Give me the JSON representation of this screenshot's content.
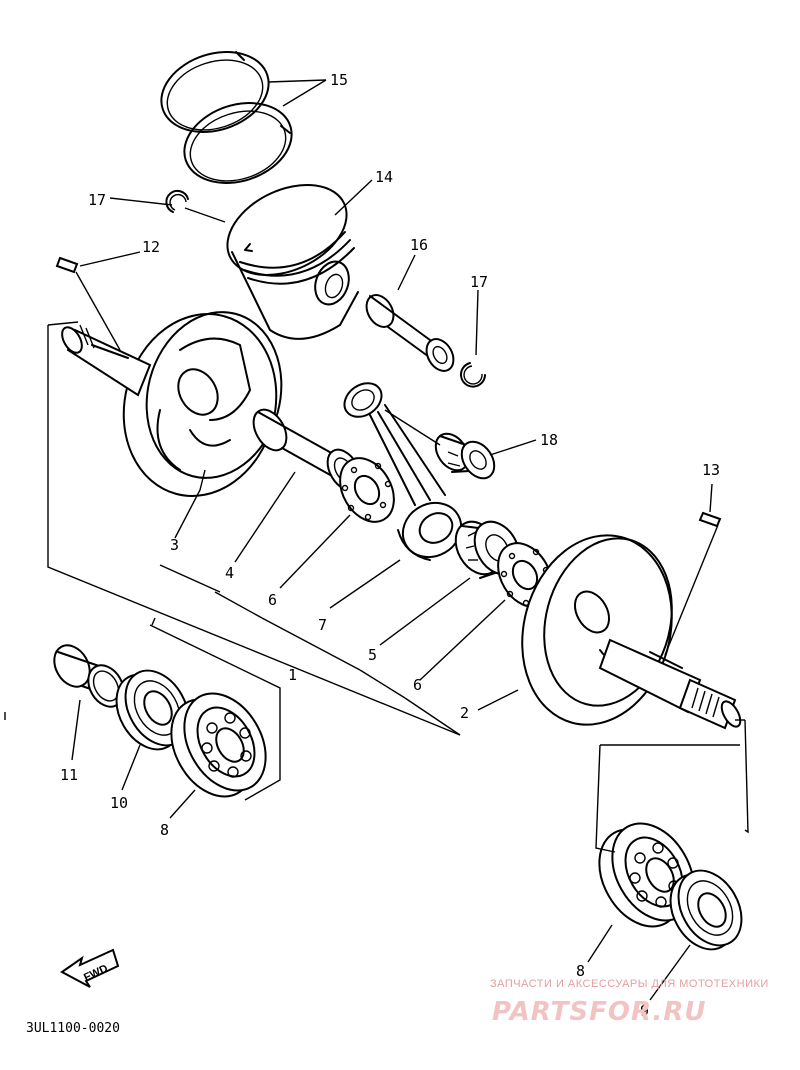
{
  "diagram": {
    "callouts": [
      {
        "id": "callout-1",
        "text": "1"
      },
      {
        "id": "callout-2",
        "text": "2"
      },
      {
        "id": "callout-3",
        "text": "3"
      },
      {
        "id": "callout-4",
        "text": "4"
      },
      {
        "id": "callout-5",
        "text": "5"
      },
      {
        "id": "callout-6a",
        "text": "6"
      },
      {
        "id": "callout-6b",
        "text": "6"
      },
      {
        "id": "callout-7",
        "text": "7"
      },
      {
        "id": "callout-8a",
        "text": "8"
      },
      {
        "id": "callout-8b",
        "text": "8"
      },
      {
        "id": "callout-9",
        "text": "9"
      },
      {
        "id": "callout-10",
        "text": "10"
      },
      {
        "id": "callout-11",
        "text": "11"
      },
      {
        "id": "callout-12",
        "text": "12"
      },
      {
        "id": "callout-13",
        "text": "13"
      },
      {
        "id": "callout-14",
        "text": "14"
      },
      {
        "id": "callout-15",
        "text": "15"
      },
      {
        "id": "callout-16",
        "text": "16"
      },
      {
        "id": "callout-17a",
        "text": "17"
      },
      {
        "id": "callout-17b",
        "text": "17"
      },
      {
        "id": "callout-18",
        "text": "18"
      }
    ],
    "direction_badge": "FWD",
    "drawing_code": "3UL1100-0020"
  },
  "watermark": {
    "tagline": "ЗАПЧАСТИ И АКСЕССУАРЫ ДЛЯ МОТОТЕХНИКИ",
    "brand": "PARTSFOR.RU"
  }
}
